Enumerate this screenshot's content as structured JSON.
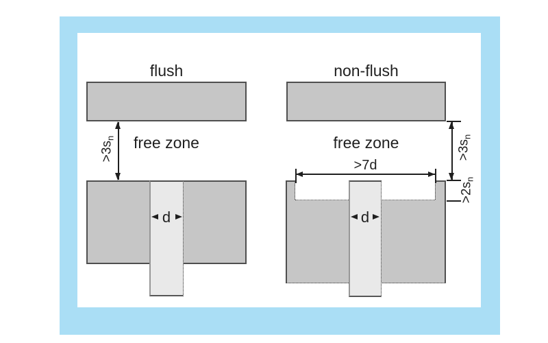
{
  "figure": {
    "frame_color": "#aadef5",
    "background_color": "#ffffff",
    "metal_fill_color": "#c6c6c6",
    "sensor_fill_color": "#e9e9e9",
    "outline_color": "#4f4f4f",
    "dimension_line_color": "#1f1f1f"
  },
  "left_diagram": {
    "title": "flush",
    "free_zone_label": "free zone",
    "gap_dimension": {
      "text": ">3s",
      "sub": "n"
    },
    "diameter_label": "d"
  },
  "right_diagram": {
    "title": "non-flush",
    "free_zone_label": "free zone",
    "gap_dimension": {
      "text": ">3s",
      "sub": "n"
    },
    "recess_width_label": ">7d",
    "recess_depth_dimension": {
      "text": ">2s",
      "sub": "n"
    },
    "diameter_label": "d"
  }
}
